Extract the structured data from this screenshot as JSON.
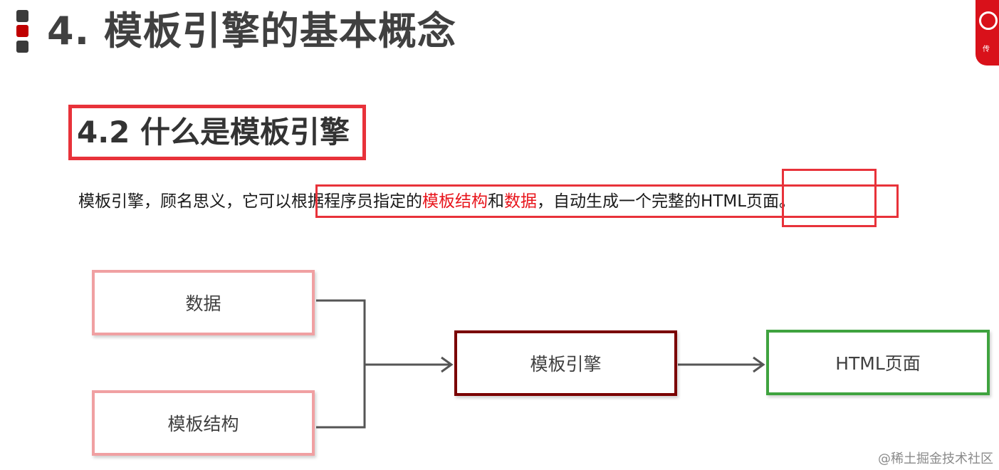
{
  "header": {
    "title": "4. 模板引擎的基本概念"
  },
  "section": {
    "title": "4.2 什么是模板引擎"
  },
  "description": {
    "part1": "模板引擎，顾名思义，它可以根据程序员指定的",
    "highlight1": "模板结构",
    "part2": "和",
    "highlight2": "数据",
    "part3": "，自动生成一个完整的HTML页面。",
    "highlight_color": "#e8141b"
  },
  "diagram": {
    "nodes": {
      "data": "数据",
      "template_structure": "模板结构",
      "template_engine": "模板引擎",
      "html_page": "HTML页面"
    },
    "colors": {
      "input_border": "#f0a0a2",
      "engine_border": "#7a0000",
      "output_border": "#3fa33f",
      "arrow": "#555555"
    }
  },
  "watermark": {
    "text": "@稀土掘金技术社区"
  },
  "accent_colors": {
    "annotation_red": "#e8323a",
    "brand_red": "#d9111a",
    "marker_dark": "#3a3a3a"
  }
}
